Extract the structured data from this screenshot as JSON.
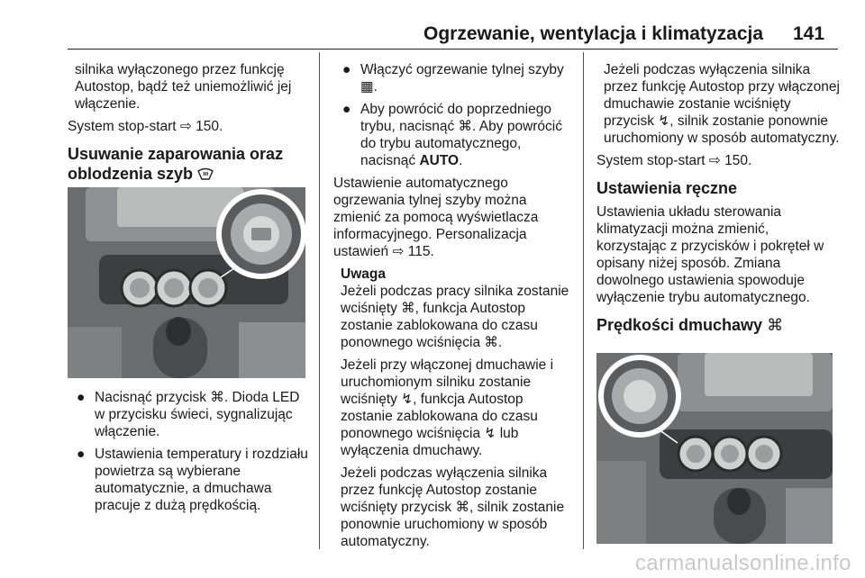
{
  "header": {
    "title": "Ogrzewanie, wentylacja i klimatyzacja",
    "page_number": "141"
  },
  "col1": {
    "para1": "silnika wyłączonego przez funkcję Autostop, bądź też uniemożliwić jej włączenie.",
    "ref1": "System stop-start ⇨ 150.",
    "heading": "Usuwanie zaparowania oraz oblodzenia szyb",
    "bullet1": "Nacisnąć przycisk ⌘. Dioda LED w przycisku świeci, sygnalizując włączenie.",
    "bullet2": "Ustawienia temperatury i rozdziału powietrza są wybierane automatycznie, a dmuchawa pracuje z dużą prędkością."
  },
  "col2": {
    "bullet1": "Włączyć ogrzewanie tylnej szyby ▦.",
    "bullet2_pre": "Aby powrócić do poprzedniego trybu, nacisnąć ⌘. Aby powrócić do trybu automatycznego, nacisnąć ",
    "bullet2_bold": "AUTO",
    "bullet2_post": ".",
    "para1": "Ustawienie automatycznego ogrzewania tylnej szyby można zmienić za pomocą wyświetlacza informacyjnego. Personalizacja ustawień ⇨ 115.",
    "note_title": "Uwaga",
    "note1": "Jeżeli podczas pracy silnika zostanie wciśnięty ⌘, funkcja Autostop zostanie zablokowana do czasu ponownego wciśnięcia ⌘.",
    "note2": "Jeżeli przy włączonej dmuchawie i uruchomionym silniku zostanie wciśnięty ↯, funkcja Autostop zostanie zablokowana do czasu ponownego wciśnięcia ↯ lub wyłączenia dmuchawy.",
    "note3": "Jeżeli podczas wyłączenia silnika przez funkcję Autostop zostanie wciśnięty przycisk ⌘, silnik zostanie ponownie uruchomiony w sposób automatyczny."
  },
  "col3": {
    "para1": "Jeżeli podczas wyłączenia silnika przez funkcję Autostop przy włączonej dmuchawie zostanie wciśnięty przycisk ↯, silnik zostanie ponownie uruchomiony w sposób automatyczny.",
    "ref1": "System stop-start ⇨ 150.",
    "heading1": "Ustawienia ręczne",
    "para2": "Ustawienia układu sterowania klimatyzacji można zmienić, korzystając z przycisków i pokręteł w opisany niżej sposób. Zmiana dowolnego ustawienia spowoduje wyłączenie trybu automatycznego.",
    "heading2": "Prędkości dmuchawy"
  },
  "watermark": "carmanualsonline.info"
}
